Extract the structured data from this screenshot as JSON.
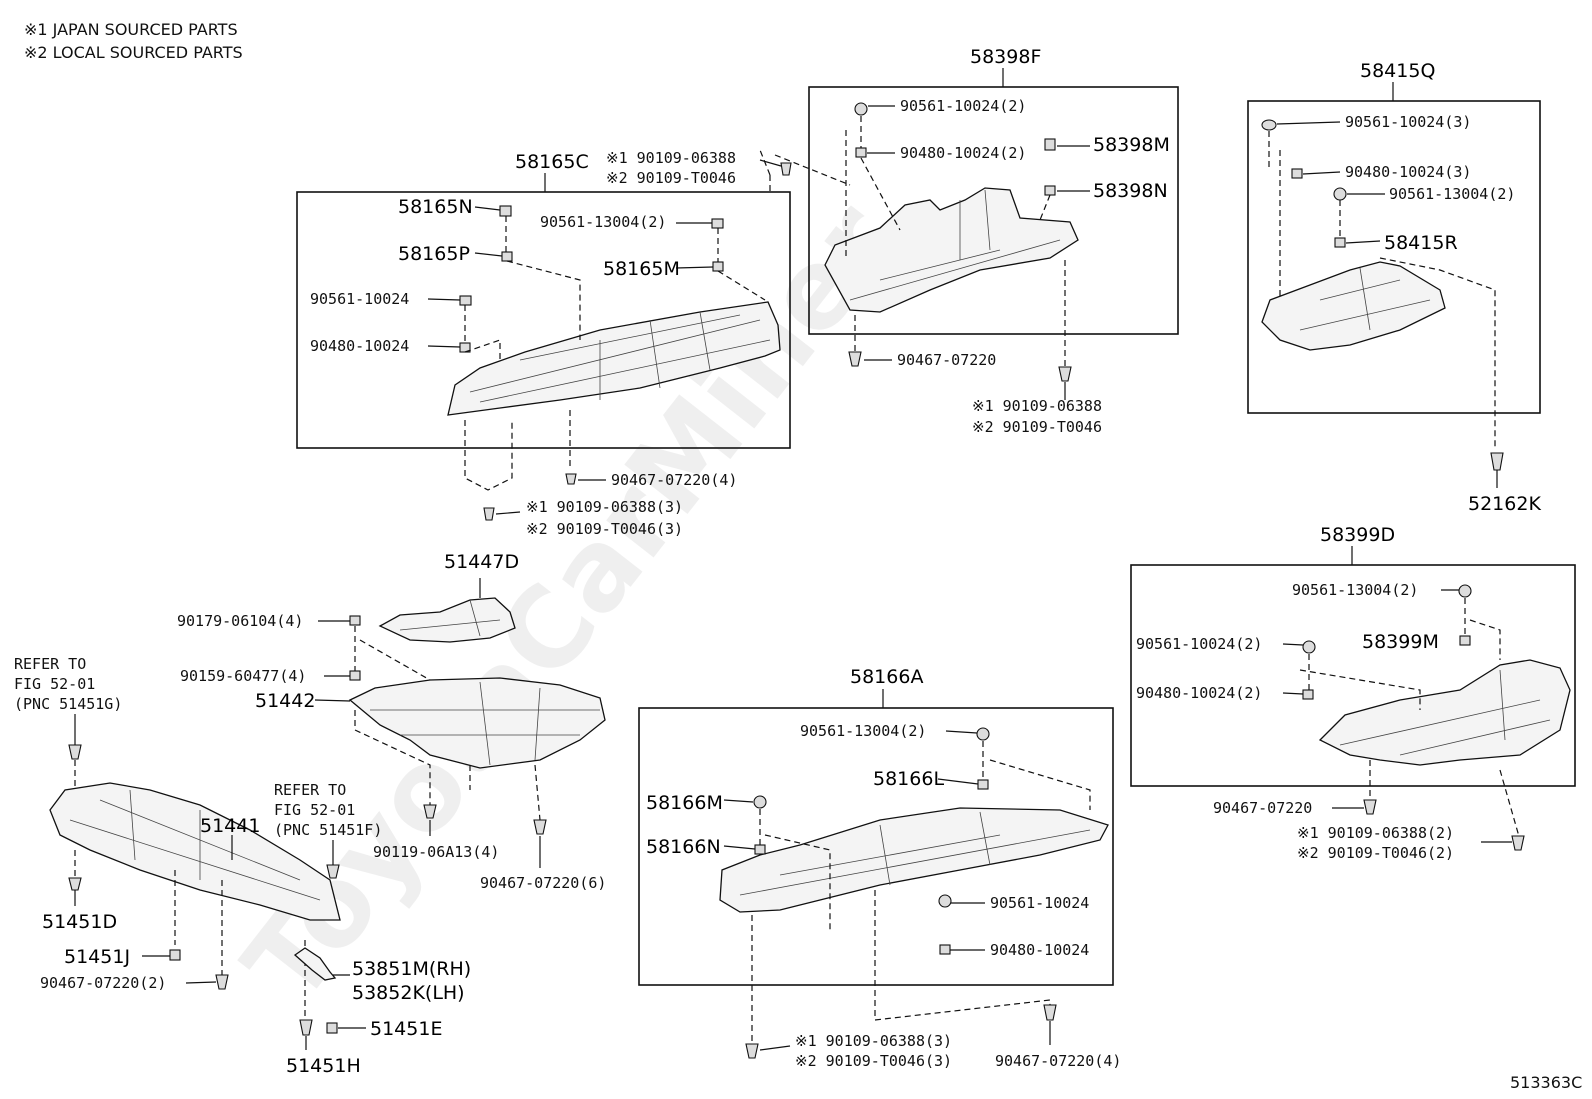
{
  "notes": {
    "note1": "※1 JAPAN SOURCED PARTS",
    "note2": "※2 LOCAL SOURCED PARTS"
  },
  "figure_code": "513363C",
  "watermark": "ToyotaCarMiner",
  "groups": {
    "g58165C": {
      "title": "58165C",
      "n": "58165N",
      "p": "58165P",
      "m": "58165M",
      "clip13004": "90561-13004(2)",
      "clip10024": "90561-10024",
      "nut10024": "90480-10024",
      "screw": "90467-07220(4)",
      "bolt1": "※1 90109-06388(3)",
      "bolt2": "※2 90109-T0046(3)",
      "top_bolt1": "※1 90109-06388",
      "top_bolt2": "※2 90109-T0046"
    },
    "g58398F": {
      "title": "58398F",
      "clip": "90561-10024(2)",
      "nut": "90480-10024(2)",
      "m": "58398M",
      "n": "58398N",
      "screw": "90467-07220",
      "bolt1": "※1 90109-06388",
      "bolt2": "※2 90109-T0046"
    },
    "g58415Q": {
      "title": "58415Q",
      "clip": "90561-10024(3)",
      "nut": "90480-10024(3)",
      "clip13004": "90561-13004(2)",
      "r": "58415R",
      "k": "52162K"
    },
    "g58399D": {
      "title": "58399D",
      "clip13004": "90561-13004(2)",
      "clip": "90561-10024(2)",
      "m": "58399M",
      "nut": "90480-10024(2)",
      "screw": "90467-07220",
      "bolt1": "※1 90109-06388(2)",
      "bolt2": "※2 90109-T0046(2)"
    },
    "g58166A": {
      "title": "58166A",
      "clip13004": "90561-13004(2)",
      "l": "58166L",
      "m": "58166M",
      "n": "58166N",
      "clip": "90561-10024",
      "nut": "90480-10024",
      "bolt1": "※1 90109-06388(3)",
      "bolt2": "※2 90109-T0046(3)",
      "screw": "90467-07220(4)"
    },
    "front": {
      "p51447D": "51447D",
      "bolt06104": "90179-06104(4)",
      "nut60477": "90159-60477(4)",
      "p51442": "51442",
      "screw06A13": "90119-06A13(4)",
      "screw6": "90467-07220(6)",
      "refer1_l1": "REFER TO",
      "refer1_l2": "FIG 52-01",
      "refer1_l3": "(PNC 51451G)",
      "refer2_l1": "REFER TO",
      "refer2_l2": "FIG 52-01",
      "refer2_l3": "(PNC 51451F)",
      "p51441": "51441",
      "p51451D": "51451D",
      "p51451J": "51451J",
      "screw2": "90467-07220(2)",
      "p53851M": "53851M(RH)",
      "p53852K": "53852K(LH)",
      "p51451E": "51451E",
      "p51451H": "51451H"
    }
  }
}
